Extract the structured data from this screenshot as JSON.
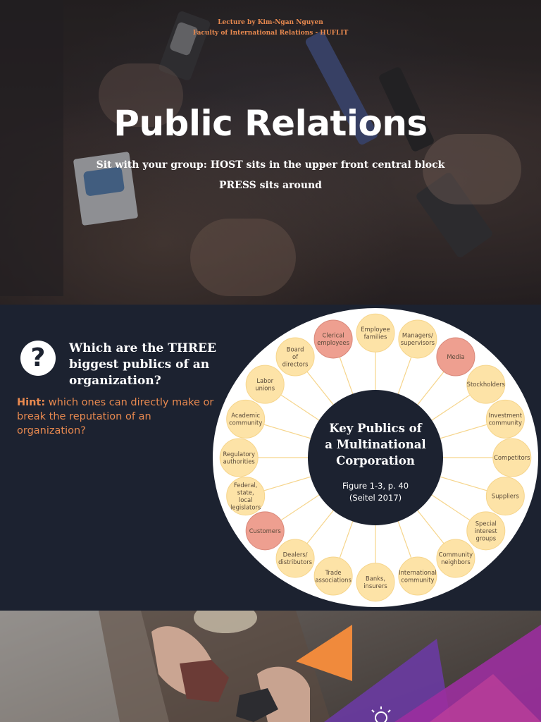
{
  "slide1": {
    "lecturer_line1": "Lecture by Kim-Ngan Nguyen",
    "lecturer_line2": "Faculty of International Relations - HUFLIT",
    "title": "Public Relations",
    "subtitle_line1": "Sit with your group: HOST sits in the upper front central block",
    "subtitle_line2": "PRESS sits around"
  },
  "slide2": {
    "question_icon": "question-mark-icon",
    "question": "Which are the THREE biggest publics of an organization?",
    "hint_label": "Hint:",
    "hint_text": "which ones can directly make or break the reputation of an organization?",
    "diagram": {
      "center_title": [
        "Key Publics of",
        "a Multinational",
        "Corporation"
      ],
      "center_caption": [
        "Figure 1-3, p. 40",
        "(Seitel 2017)"
      ],
      "nodes": [
        {
          "label": [
            "Employee",
            "families"
          ],
          "highlight": false
        },
        {
          "label": [
            "Managers/",
            "supervisors"
          ],
          "highlight": false
        },
        {
          "label": [
            "Media"
          ],
          "highlight": true
        },
        {
          "label": [
            "Stockholders"
          ],
          "highlight": false
        },
        {
          "label": [
            "Investment",
            "community"
          ],
          "highlight": false
        },
        {
          "label": [
            "Competitors"
          ],
          "highlight": false
        },
        {
          "label": [
            "Suppliers"
          ],
          "highlight": false
        },
        {
          "label": [
            "Special",
            "interest",
            "groups"
          ],
          "highlight": false
        },
        {
          "label": [
            "Community",
            "neighbors"
          ],
          "highlight": false
        },
        {
          "label": [
            "International",
            "community"
          ],
          "highlight": false
        },
        {
          "label": [
            "Banks,",
            "insurers"
          ],
          "highlight": false
        },
        {
          "label": [
            "Trade",
            "associations"
          ],
          "highlight": false
        },
        {
          "label": [
            "Dealers/",
            "distributors"
          ],
          "highlight": false
        },
        {
          "label": [
            "Customers"
          ],
          "highlight": true
        },
        {
          "label": [
            "Federal,",
            "state,",
            "local",
            "legislators"
          ],
          "highlight": false
        },
        {
          "label": [
            "Regulatory",
            "authorities"
          ],
          "highlight": false
        },
        {
          "label": [
            "Academic",
            "community"
          ],
          "highlight": false
        },
        {
          "label": [
            "Labor",
            "unions"
          ],
          "highlight": false
        },
        {
          "label": [
            "Board",
            "of",
            "directors"
          ],
          "highlight": false
        },
        {
          "label": [
            "Clerical",
            "employees"
          ],
          "highlight": true
        }
      ],
      "colors": {
        "disc": "#ffffff",
        "center": "#1c2230",
        "node": "#fde3a7",
        "node_highlight": "#ee9f90",
        "spoke": "#f6d58c"
      }
    }
  },
  "colors": {
    "accent": "#e8894f",
    "dark_bg": "#1c2230",
    "orange_triangle": "#f08a3c",
    "purple_triangle": "#8b3aa8"
  }
}
